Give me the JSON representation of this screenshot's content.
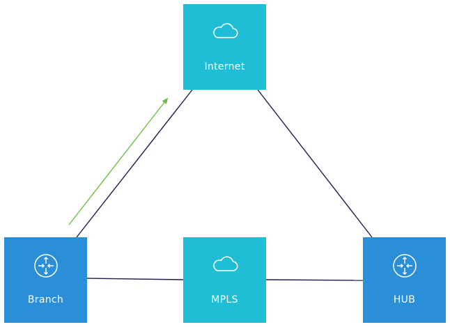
{
  "colors": {
    "cloud_node": "#1FBED6",
    "router_node": "#2A8FD6",
    "link": "#1C1F4A",
    "flow_arrow": "#6DBE45",
    "node_text": "#FFFFFF"
  },
  "nodes": {
    "internet": {
      "label": "Internet",
      "icon": "cloud-icon"
    },
    "mpls": {
      "label": "MPLS",
      "icon": "cloud-icon"
    },
    "branch": {
      "label": "Branch",
      "icon": "router-icon"
    },
    "hub": {
      "label": "HUB",
      "icon": "router-icon"
    }
  },
  "links": [
    {
      "from": "branch",
      "to": "internet"
    },
    {
      "from": "internet",
      "to": "hub"
    },
    {
      "from": "branch",
      "to": "mpls"
    },
    {
      "from": "mpls",
      "to": "hub"
    }
  ],
  "flows": [
    {
      "from": "branch",
      "to": "internet",
      "style": "arrow"
    }
  ]
}
